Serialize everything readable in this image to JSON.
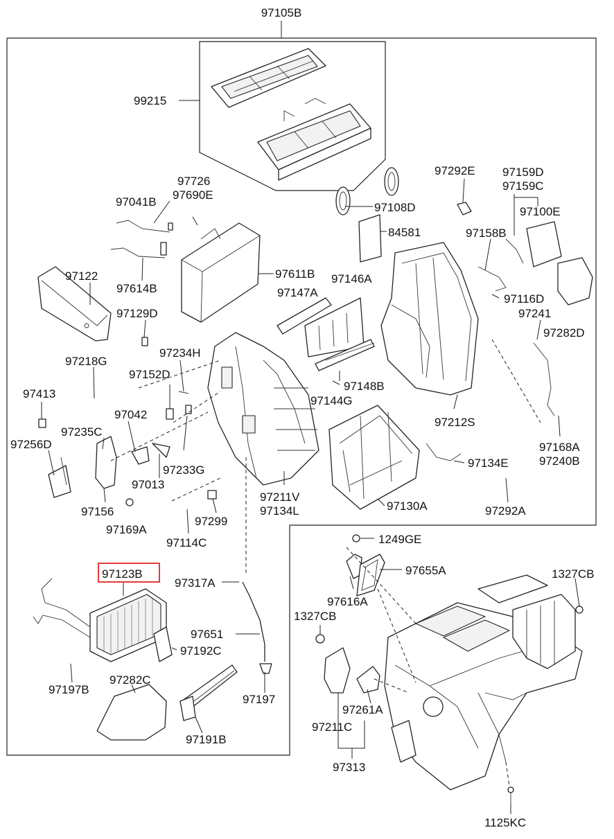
{
  "diagram": {
    "highlighted_part": "97123B",
    "labels": [
      {
        "id": "97105B",
        "text": "97105B"
      },
      {
        "id": "99215",
        "text": "99215"
      },
      {
        "id": "97726",
        "text": "97726"
      },
      {
        "id": "97690E",
        "text": "97690E"
      },
      {
        "id": "97041B",
        "text": "97041B"
      },
      {
        "id": "97292E",
        "text": "97292E"
      },
      {
        "id": "97159D",
        "text": "97159D"
      },
      {
        "id": "97159C",
        "text": "97159C"
      },
      {
        "id": "97108D",
        "text": "97108D"
      },
      {
        "id": "97100E",
        "text": "97100E"
      },
      {
        "id": "84581",
        "text": "84581"
      },
      {
        "id": "97158B",
        "text": "97158B"
      },
      {
        "id": "97122",
        "text": "97122"
      },
      {
        "id": "97611B",
        "text": "97611B"
      },
      {
        "id": "97614B",
        "text": "97614B"
      },
      {
        "id": "97146A",
        "text": "97146A"
      },
      {
        "id": "97147A",
        "text": "97147A"
      },
      {
        "id": "97116D",
        "text": "97116D"
      },
      {
        "id": "97129D",
        "text": "97129D"
      },
      {
        "id": "97241",
        "text": "97241"
      },
      {
        "id": "97282D",
        "text": "97282D"
      },
      {
        "id": "97234H",
        "text": "97234H"
      },
      {
        "id": "97218G",
        "text": "97218G"
      },
      {
        "id": "97152D",
        "text": "97152D"
      },
      {
        "id": "97148B",
        "text": "97148B"
      },
      {
        "id": "97413",
        "text": "97413"
      },
      {
        "id": "97144G",
        "text": "97144G"
      },
      {
        "id": "97042",
        "text": "97042"
      },
      {
        "id": "97212S",
        "text": "97212S"
      },
      {
        "id": "97235C",
        "text": "97235C"
      },
      {
        "id": "97256D",
        "text": "97256D"
      },
      {
        "id": "97168A",
        "text": "97168A"
      },
      {
        "id": "97240B",
        "text": "97240B"
      },
      {
        "id": "97233G",
        "text": "97233G"
      },
      {
        "id": "97134E",
        "text": "97134E"
      },
      {
        "id": "97013",
        "text": "97013"
      },
      {
        "id": "97211V",
        "text": "97211V"
      },
      {
        "id": "97134L",
        "text": "97134L"
      },
      {
        "id": "97130A",
        "text": "97130A"
      },
      {
        "id": "97156",
        "text": "97156"
      },
      {
        "id": "97292A",
        "text": "97292A"
      },
      {
        "id": "97299",
        "text": "97299"
      },
      {
        "id": "97169A",
        "text": "97169A"
      },
      {
        "id": "97114C",
        "text": "97114C"
      },
      {
        "id": "1249GE",
        "text": "1249GE"
      },
      {
        "id": "97123B",
        "text": "97123B"
      },
      {
        "id": "97655A",
        "text": "97655A"
      },
      {
        "id": "1327CB_a",
        "text": "1327CB"
      },
      {
        "id": "97317A",
        "text": "97317A"
      },
      {
        "id": "97616A",
        "text": "97616A"
      },
      {
        "id": "1327CB_b",
        "text": "1327CB"
      },
      {
        "id": "97651",
        "text": "97651"
      },
      {
        "id": "97192C",
        "text": "97192C"
      },
      {
        "id": "97197B",
        "text": "97197B"
      },
      {
        "id": "97282C",
        "text": "97282C"
      },
      {
        "id": "97197",
        "text": "97197"
      },
      {
        "id": "97261A",
        "text": "97261A"
      },
      {
        "id": "97211C",
        "text": "97211C"
      },
      {
        "id": "97191B",
        "text": "97191B"
      },
      {
        "id": "97313",
        "text": "97313"
      },
      {
        "id": "1125KC",
        "text": "1125KC"
      }
    ]
  }
}
